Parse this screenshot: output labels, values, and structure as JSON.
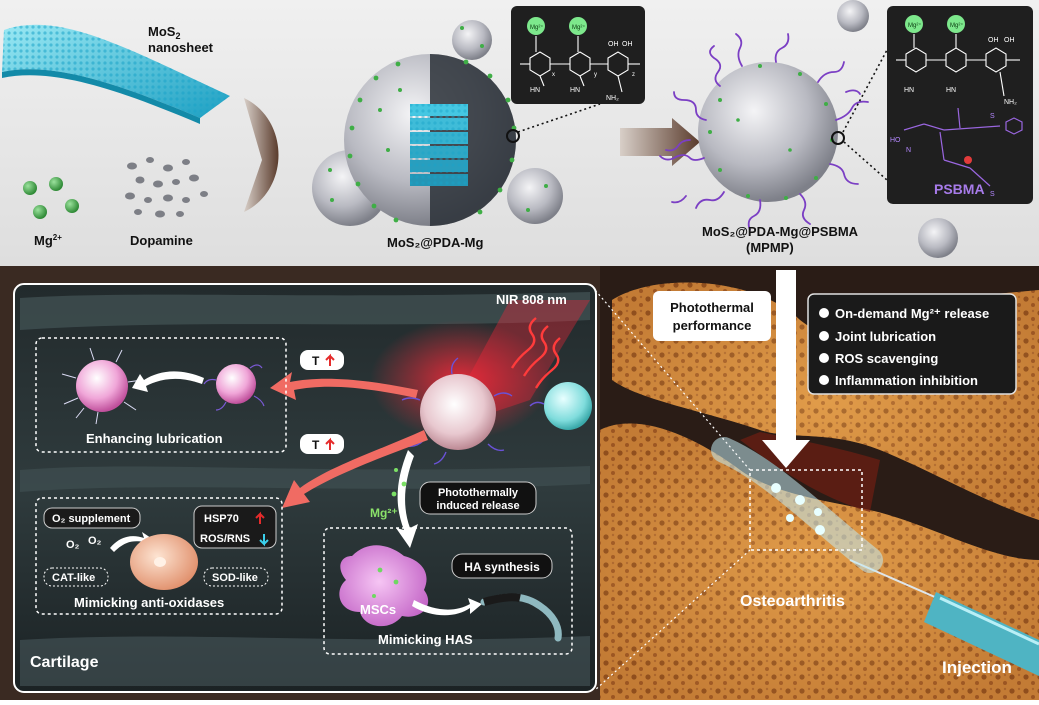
{
  "top": {
    "nanosheet_label_1": "MoS",
    "nanosheet_label_sub": "2",
    "nanosheet_label_2": "nanosheet",
    "mg_label": "Mg",
    "mg_sup": "2+",
    "dopamine_label": "Dopamine",
    "np1_label": "MoS₂@PDA-Mg",
    "np2_label_1": "MoS₂@PDA-Mg@PSBMA",
    "np2_label_2": "(MPMP)",
    "psbma_label": "PSBMA",
    "mg_badge": "Mg²⁺",
    "chem_labels": {
      "hn": "HN",
      "nh2": "NH₂",
      "oh": "OH",
      "x": "x",
      "y": "y",
      "z": "z",
      "ho": "HO",
      "s": "S",
      "n": "N"
    }
  },
  "bottom": {
    "nir_label": "NIR 808 nm",
    "t_badge": "T",
    "lubrication_label": "Enhancing lubrication",
    "antiox_label": "Mimicking anti-oxidases",
    "o2_supplement": "O₂ supplement",
    "o2_a": "O₂",
    "o2_b": "O₂",
    "cat_like": "CAT-like",
    "sod_like": "SOD-like",
    "hsp70": "HSP70",
    "ros": "ROS/RNS",
    "photothermal_release_1": "Photothermally",
    "photothermal_release_2": "induced release",
    "mg_release": "Mg²⁺",
    "ha_synthesis": "HA synthesis",
    "mscs": "MSCs",
    "has_label": "Mimicking HAS",
    "cartilage": "Cartilage",
    "photothermal_perf_1": "Photothermal",
    "photothermal_perf_2": "performance",
    "benefits": [
      "On-demand Mg²⁺ release",
      "Joint lubrication",
      "ROS scavenging",
      "Inflammation inhibition"
    ],
    "osteoarthritis": "Osteoarthritis",
    "injection": "Injection"
  },
  "colors": {
    "top_bg": "#e9e9e9",
    "bottom_bg": "#3a2a22",
    "nanosheet": "#3ec6e0",
    "green_dot": "#4caf50",
    "polymer": "#7b3fc4",
    "red_arrow": "#f06b63",
    "bone": "#e3a35c"
  }
}
